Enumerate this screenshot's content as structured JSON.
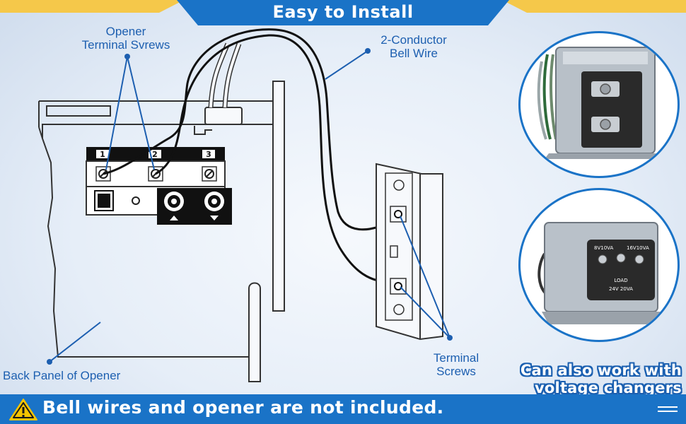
{
  "header": {
    "title": "Easy to Install"
  },
  "labels": {
    "opener_line1": "Opener",
    "opener_line2": "Terminal Svrews",
    "bell_line1": "2-Conductor",
    "bell_line2": "Bell Wire",
    "back_panel": "Back Panel of Opener",
    "terminal_line1": "Terminal",
    "terminal_line2": "Screws"
  },
  "terminal_numbers": [
    "1",
    "2",
    "3"
  ],
  "callout": {
    "line1": "Can also work with",
    "line2": "voltage changers"
  },
  "footer": {
    "text": "Bell wires and opener are not included."
  },
  "transformer2": {
    "left": "8V10VA",
    "right": "16V10VA",
    "load": "LOAD",
    "rating": "24V 20VA"
  },
  "colors": {
    "accent": "#1a73c7",
    "label": "#1d5fb0",
    "warning": "#f5c400",
    "highlight": "#f5c84a"
  }
}
